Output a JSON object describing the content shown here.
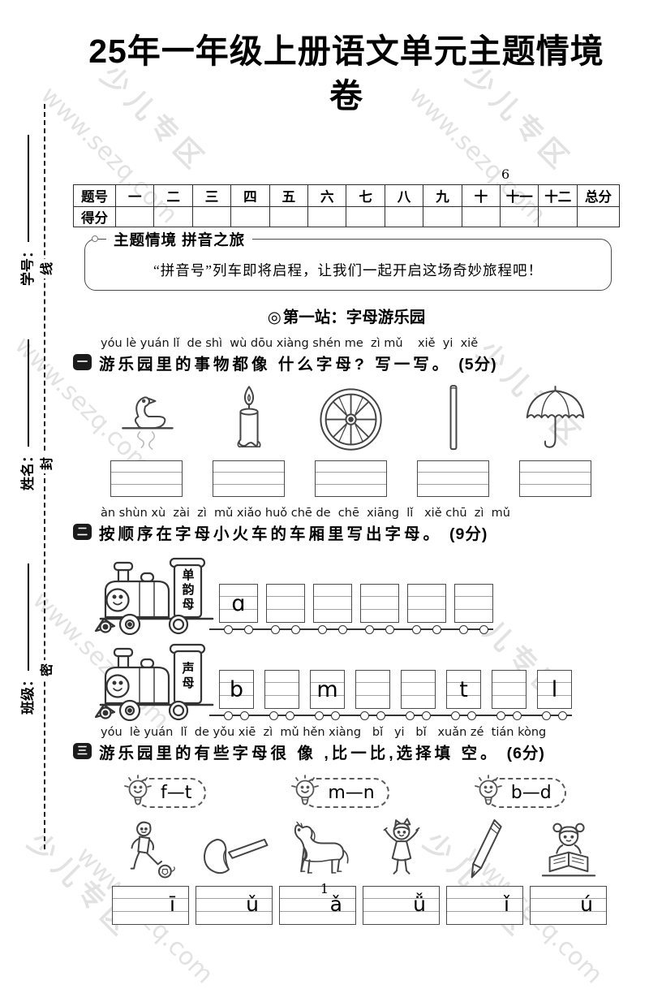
{
  "page": {
    "title": "25年一年级上册语文单元主题情境卷",
    "unit_number": "6",
    "page_number": "1"
  },
  "watermark": {
    "line1": "少儿专区",
    "line2": "www.sezq.com"
  },
  "seal_margin": {
    "fields": [
      {
        "label": "学号："
      },
      {
        "label": "姓名："
      },
      {
        "label": "班级："
      }
    ],
    "seal_chars": [
      "线",
      "封",
      "密"
    ]
  },
  "score_table": {
    "header": [
      "题号",
      "一",
      "二",
      "三",
      "四",
      "五",
      "六",
      "七",
      "八",
      "九",
      "十",
      "十一",
      "十二",
      "总分"
    ],
    "score_label": "得分"
  },
  "theme_box": {
    "title": "主题情境  拼音之旅",
    "content": "“拼音号”列车即将启程，让我们一起开启这场奇妙旅程吧！"
  },
  "station": {
    "bullet": "◎",
    "title": "第一站：字母游乐园"
  },
  "q1": {
    "number": "一",
    "pinyin": "yóu lè yuán lǐ  de shì  wù dōu xiàng shén me  zì mǔ    xiě  yi  xiě",
    "text": "游乐园里的事物都像 什么字母? 写一写。",
    "score": "(5分)",
    "images": [
      "swan",
      "candle",
      "wheel",
      "stick",
      "umbrella"
    ]
  },
  "q2": {
    "number": "二",
    "pinyin": "àn shùn xù  zài  zì  mǔ xiǎo huǒ chē de  chē  xiāng  lǐ   xiě chū  zì  mǔ",
    "text": "按顺序在字母小火车的车厢里写出字母。",
    "score": "(9分)",
    "train1": {
      "label": "单韵母",
      "cars": [
        "ɑ",
        "",
        "",
        "",
        "",
        ""
      ]
    },
    "train2": {
      "label": "声母",
      "cars": [
        "b",
        "",
        "m",
        "",
        "",
        "t",
        "",
        "l"
      ]
    }
  },
  "q3": {
    "number": "三",
    "pinyin": "yóu  lè yuán  lǐ  de yǒu xiē  zì  mǔ hěn xiàng   bǐ   yi   bǐ   xuǎn zé  tián kòng",
    "text": "游乐园里的有些字母很 像 ,比一比,选择填 空。",
    "score": "(6分)",
    "pairs": [
      "f—t",
      "m—n",
      "b—d"
    ],
    "answers": [
      "ī",
      "ǔ",
      "ǎ",
      "ǚ",
      "ǐ",
      "ú"
    ],
    "images": [
      "boy-kicking-ball",
      "axe",
      "horse",
      "dancing-girl",
      "pencil",
      "reading-girl"
    ]
  }
}
